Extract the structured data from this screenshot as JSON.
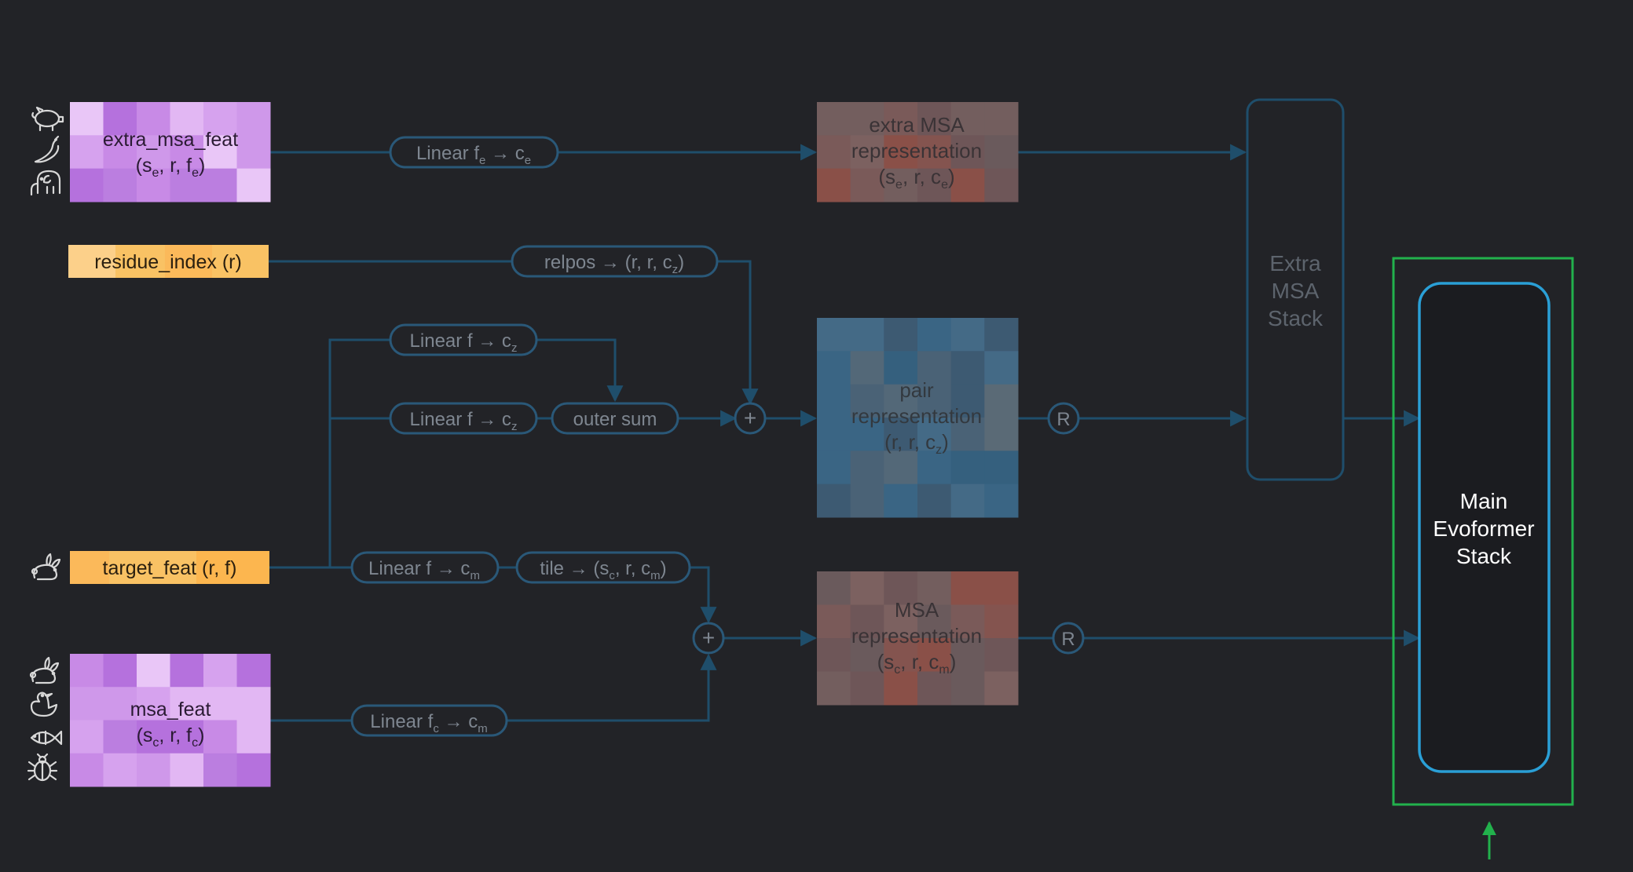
{
  "colors": {
    "background": "#222327",
    "line": "#1f4e6b",
    "pill_text": "#7e8690",
    "pill_stroke": "#2a5878",
    "highlight_green": "#22b14c",
    "main_stack_blue": "#2a9fd6",
    "orange_input": "#fbbf5c",
    "purple_input": "#c58ae6"
  },
  "inputs": {
    "extra_msa_feat": {
      "line1": "extra_msa_feat",
      "line2": "(s",
      "sub2": "e",
      "line2b": ", r, f",
      "sub2b": "e",
      "line2c": ")"
    },
    "residue_index": {
      "label": "residue_index (r)"
    },
    "target_feat": {
      "label": "target_feat (r, f)"
    },
    "msa_feat": {
      "line1": "msa_feat",
      "line2": "(s",
      "sub2": "c",
      "line2b": ", r, f",
      "sub2b": "c",
      "line2c": ")"
    }
  },
  "operations": {
    "linear_fe_ce": {
      "a": "Linear f",
      "s1": "e",
      "b": " → c",
      "s2": "e"
    },
    "relpos": {
      "a": "relpos → (r, r, c",
      "s1": "z",
      "b": ")"
    },
    "linear_f_cz_top": {
      "a": "Linear f → c",
      "s1": "z"
    },
    "linear_f_cz_bottom": {
      "a": "Linear f → c",
      "s1": "z"
    },
    "outer_sum": {
      "a": "outer sum"
    },
    "linear_f_cm": {
      "a": "Linear f → c",
      "s1": "m"
    },
    "tile": {
      "a": "tile → (s",
      "s1": "c",
      "b": ", r, c",
      "s2": "m",
      "c": ")"
    },
    "linear_fc_cm": {
      "a": "Linear f",
      "s1": "c",
      "b": " → c",
      "s2": "m"
    }
  },
  "representations": {
    "extra_msa": {
      "line1": "extra MSA",
      "line2": "representation",
      "line3a": "(s",
      "s1": "e",
      "line3b": ", r, c",
      "s2": "e",
      "line3c": ")"
    },
    "pair": {
      "line1": "pair",
      "line2": "representation",
      "line3a": "(r, r, c",
      "s1": "z",
      "line3b": ")"
    },
    "msa": {
      "line1": "MSA",
      "line2": "representation",
      "line3a": "(s",
      "s1": "c",
      "line3b": ", r, c",
      "s2": "m",
      "line3c": ")"
    }
  },
  "nodes": {
    "plus": "+",
    "recycle": "R"
  },
  "stacks": {
    "extra_msa_stack": [
      "Extra",
      "MSA",
      "Stack"
    ],
    "main_evoformer_stack": [
      "Main",
      "Evoformer",
      "Stack"
    ]
  },
  "icons": {
    "extra_msa_species": [
      "pig-icon",
      "chili-pepper-icon",
      "elephant-icon"
    ],
    "target_species": [
      "rabbit-icon"
    ],
    "msa_species": [
      "rabbit-icon",
      "duck-icon",
      "fish-icon",
      "bug-icon"
    ]
  }
}
